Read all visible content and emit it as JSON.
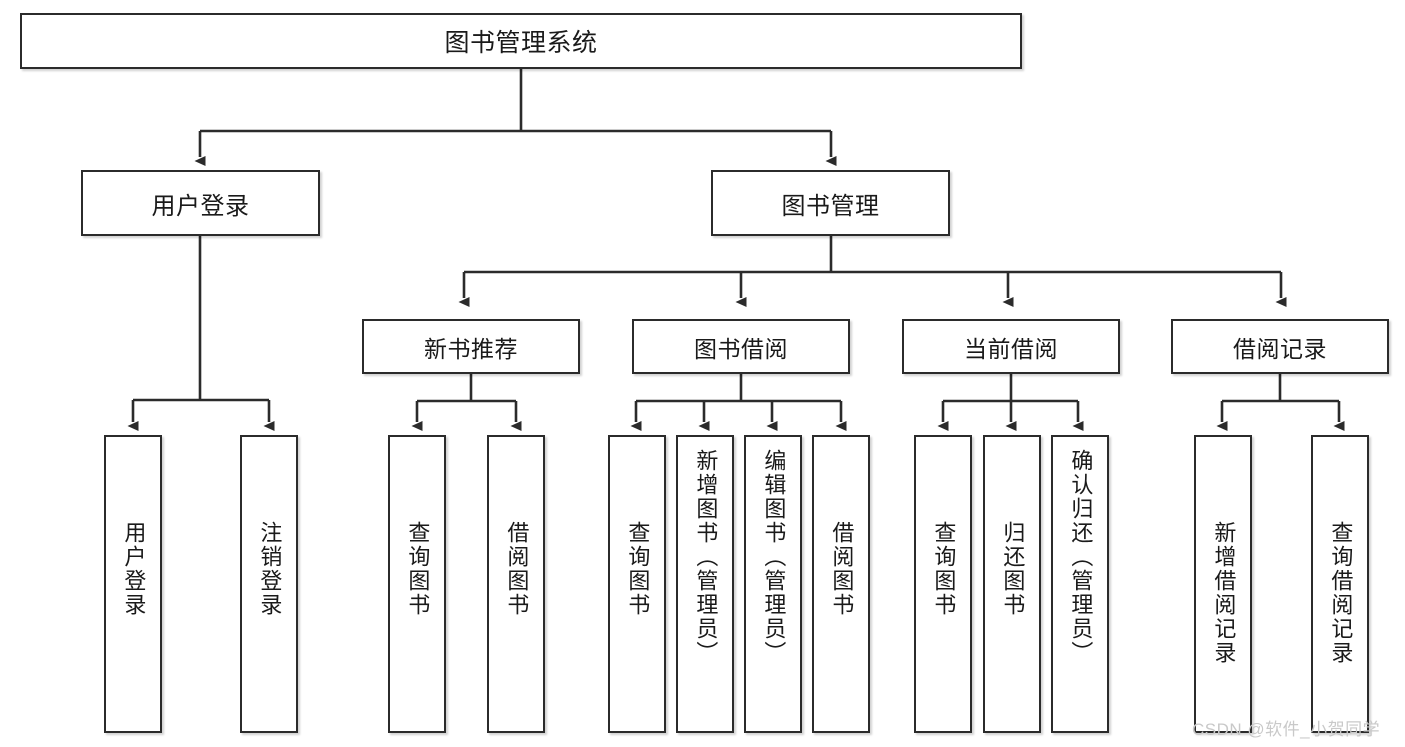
{
  "diagram": {
    "title": "图书管理系统",
    "type": "tree-hierarchy-chart",
    "watermark": "CSDN @软件_小贺同学",
    "colors": {
      "box_border": "#2b2b2b",
      "box_fill": "#ffffff",
      "edge": "#2b2b2b",
      "text": "#1a1a1a",
      "watermark": "#c9c9c9",
      "background": "#ffffff"
    },
    "root": {
      "label": "图书管理系统"
    },
    "level1": [
      {
        "label": "用户登录"
      },
      {
        "label": "图书管理"
      }
    ],
    "level2": [
      {
        "label": "新书推荐"
      },
      {
        "label": "图书借阅"
      },
      {
        "label": "当前借阅"
      },
      {
        "label": "借阅记录"
      }
    ],
    "leaves": {
      "user_login": [
        {
          "label": "用户登录"
        },
        {
          "label": "注销登录"
        }
      ],
      "new_book_recommend": [
        {
          "label": "查询图书"
        },
        {
          "label": "借阅图书"
        }
      ],
      "book_borrow": [
        {
          "label": "查询图书"
        },
        {
          "label": "新增图书（管理员）"
        },
        {
          "label": "编辑图书（管理员）"
        },
        {
          "label": "借阅图书"
        }
      ],
      "current_borrow": [
        {
          "label": "查询图书"
        },
        {
          "label": "归还图书"
        },
        {
          "label": "确认归还（管理员）"
        }
      ],
      "borrow_record": [
        {
          "label": "新增借阅记录"
        },
        {
          "label": "查询借阅记录"
        }
      ]
    }
  }
}
